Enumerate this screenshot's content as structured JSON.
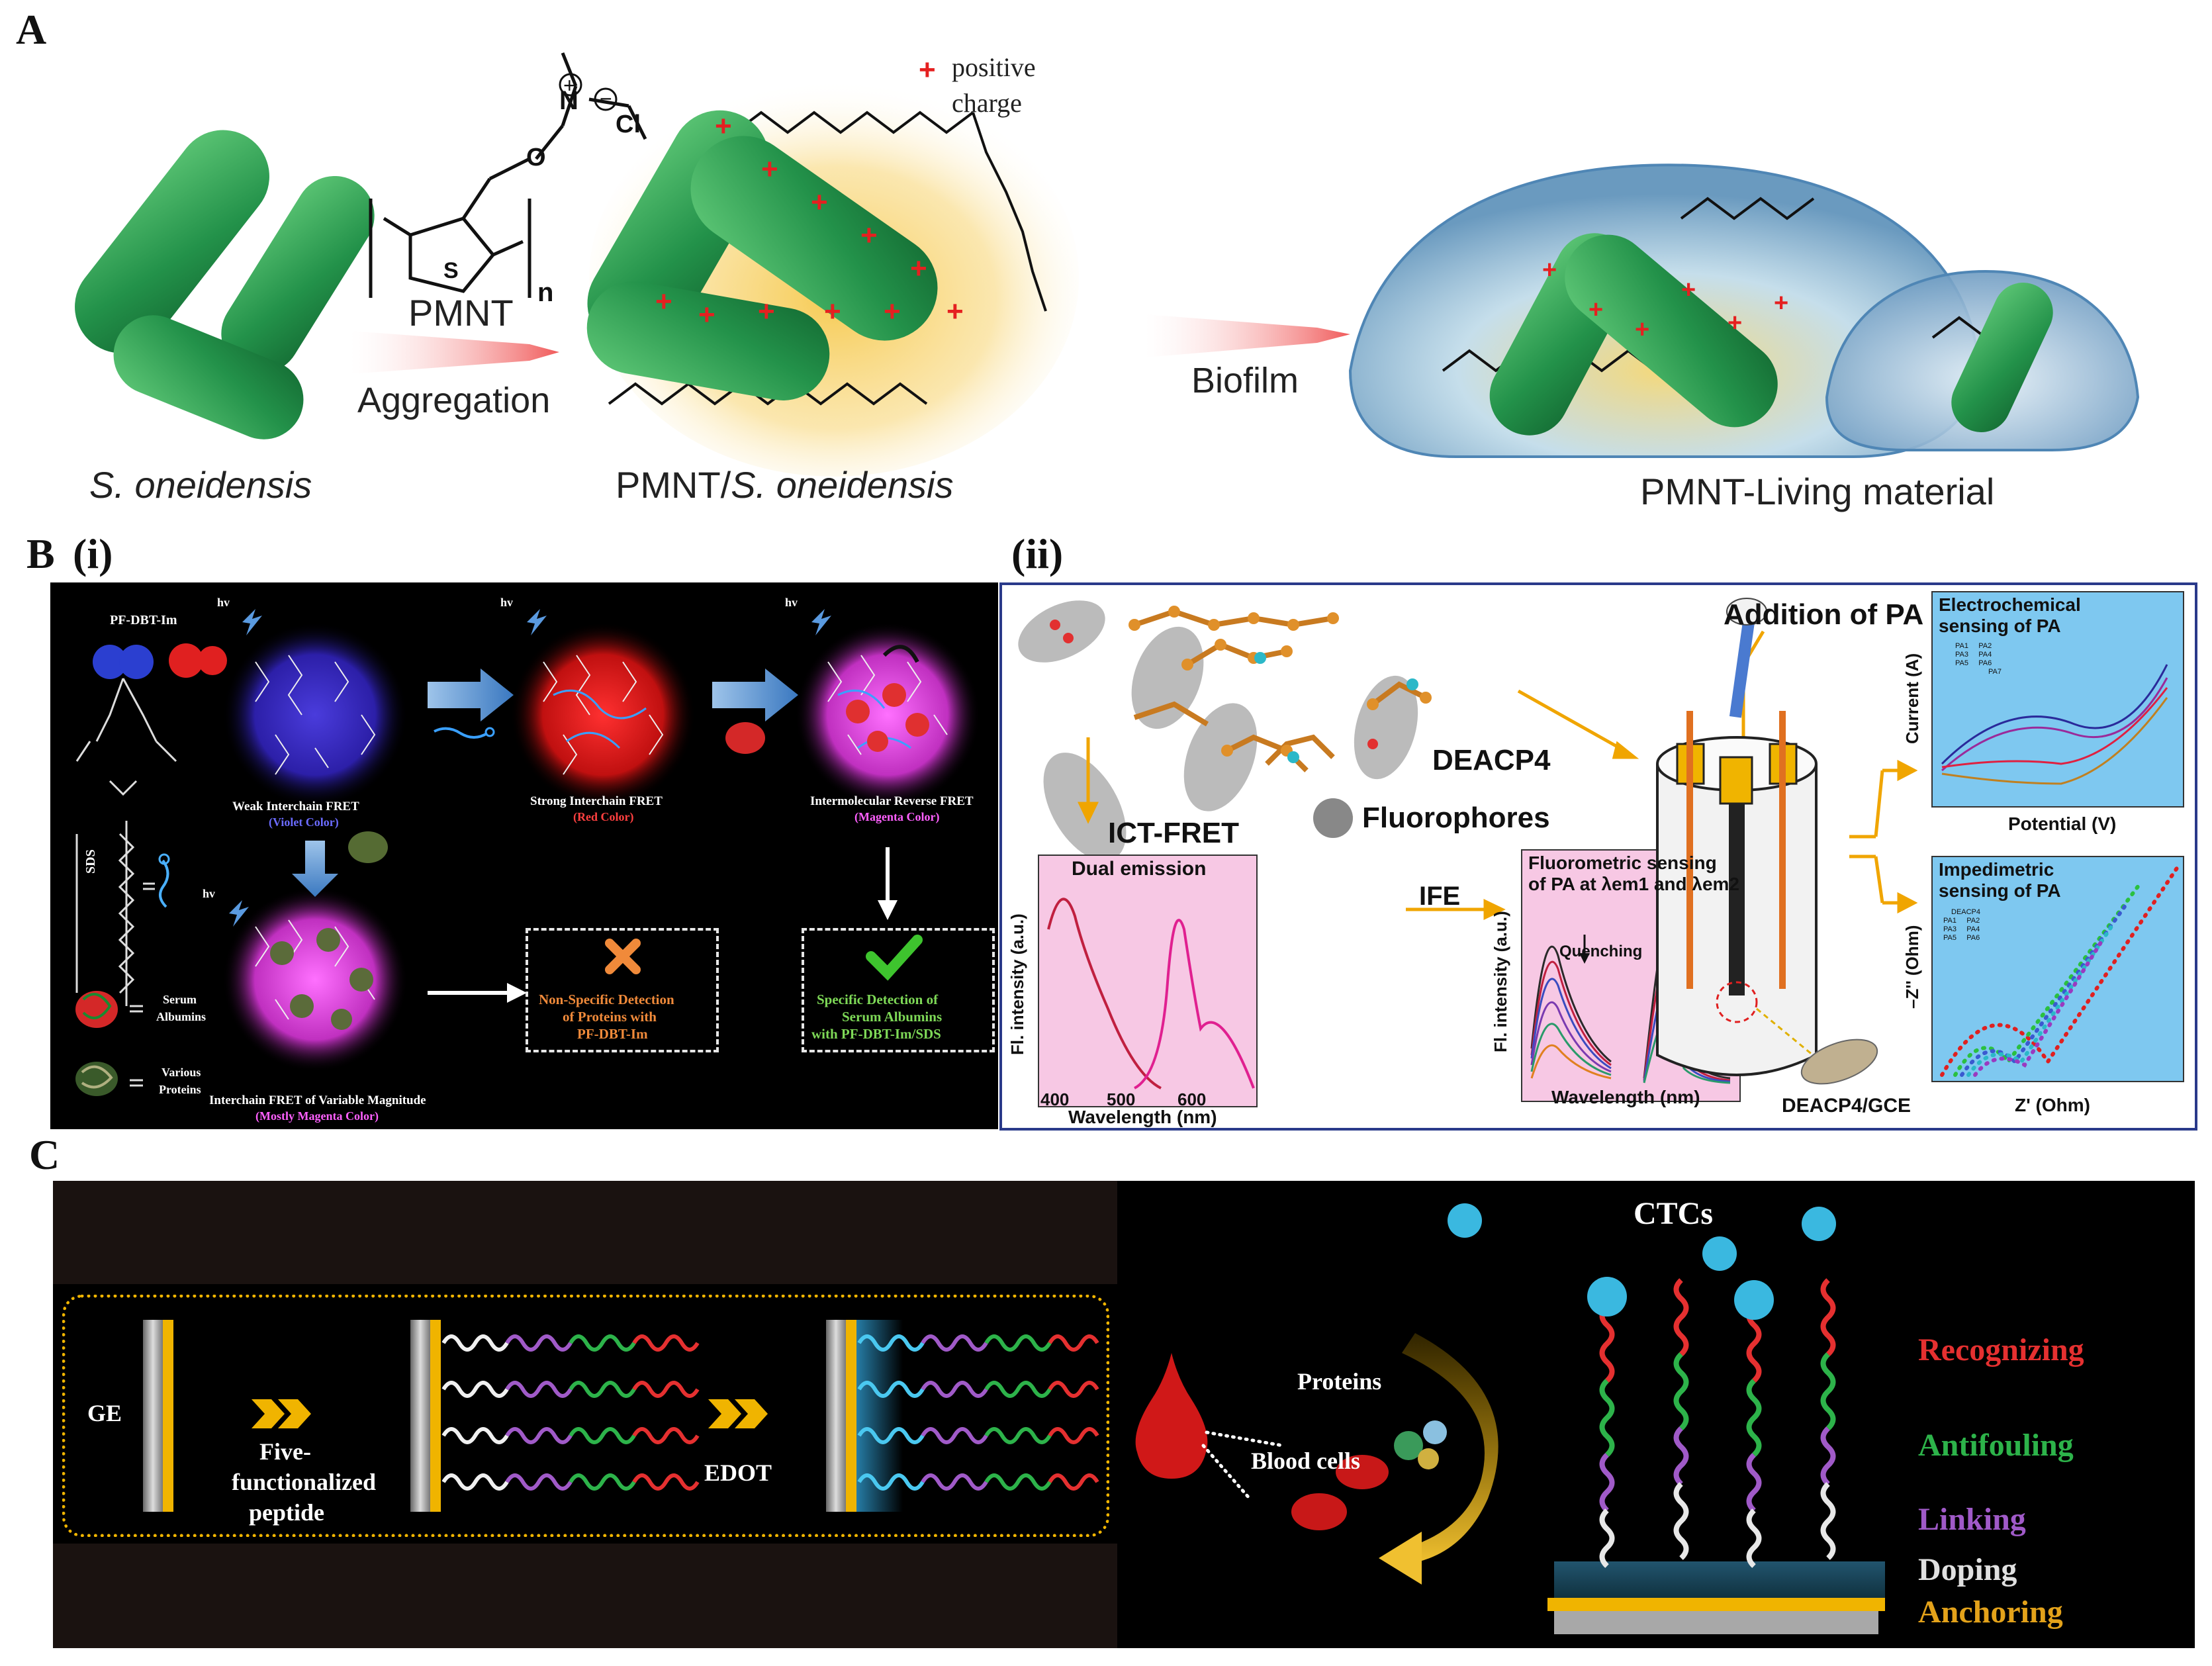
{
  "panels": {
    "A": {
      "label": "A",
      "positive_charge_1": "positive",
      "positive_charge_2": "charge",
      "plus_sign": "+",
      "cl": "Cl",
      "n_atom": "N",
      "o_atom": "O",
      "s_atom": "S",
      "n_sub": "n",
      "reagent": "PMNT",
      "step1": "Aggregation",
      "step2": "Biofilm",
      "caption_left": "S. oneidensis",
      "caption_mid_prefix": "PMNT/",
      "caption_mid_italic": "S.  oneidensis",
      "caption_right": "PMNT-Living  material"
    },
    "B": {
      "label_main": "B",
      "label_i": "(i)",
      "label_ii": "(ii)",
      "i": {
        "hv": "hv",
        "polymer": "PF-DBT-Im",
        "sds": "SDS",
        "serum_1": "Serum",
        "serum_2": "Albumins",
        "various_1": "Various",
        "various_2": "Proteins",
        "weak_1": "Weak Interchain FRET",
        "weak_2": "(Violet Color)",
        "strong_1": "Strong Interchain FRET",
        "strong_2": "(Red Color)",
        "reverse_1": "Intermolecular Reverse FRET",
        "reverse_2": "(Magenta Color)",
        "variable_1": "Interchain FRET of Variable Magnitude",
        "variable_2": "(Mostly Magenta Color)",
        "nonspecific_1": "Non-Specific Detection",
        "nonspecific_2": "of Proteins with",
        "nonspecific_3": "PF-DBT-Im",
        "specific_1": "Specific Detection of",
        "specific_2": "Serum Albumins",
        "specific_3": "with PF-DBT-Im/SDS"
      },
      "ii": {
        "addition": "Addition of PA",
        "deacp4": "DEACP4",
        "ict": "ICT-FRET",
        "fluorophores": "Fluorophores",
        "dual": "Dual emission",
        "fl_axis": "Fl. intensity (a.u.)",
        "wl_axis": "Wavelength (nm)",
        "tick_400": "400",
        "tick_500": "500",
        "tick_600": "600",
        "ife": "IFE",
        "fluoro_1": "Fluorometric sensing",
        "fluoro_2": "of PA at λem1 and λem2",
        "quenching": "Quenching",
        "fl_axis2": "Fl. intensity (a.u.)",
        "wl_axis2": "Wavelength (nm)",
        "echem_1": "Electrochemical",
        "echem_2": "sensing of PA",
        "current": "Current (A)",
        "potential": "Potential (V)",
        "imped_1": "Impedimetric",
        "imped_2": "sensing of PA",
        "zpp": "–Z'' (Ohm)",
        "zp": "Z' (Ohm)",
        "gce": "DEACP4/GCE",
        "legend_pa": [
          "PA1",
          "PA2",
          "PA3",
          "PA4",
          "PA5",
          "PA6",
          "PA7"
        ],
        "legend_deacp4": "DEACP4"
      }
    },
    "C": {
      "label": "C",
      "ge": "GE",
      "five_1": "Five-",
      "five_2": "functionalized",
      "five_3": "peptide",
      "edot": "EDOT",
      "proteins": "Proteins",
      "blood": "Blood cells",
      "ctcs": "CTCs",
      "recognizing": "Recognizing",
      "antifouling": "Antifouling",
      "linking": "Linking",
      "doping": "Doping",
      "anchoring": "Anchoring"
    }
  },
  "colors": {
    "bacteria": "#2e9e4a",
    "arrow_pink": "#f06a6a",
    "recognizing": "#e53030",
    "antifouling": "#2db34a",
    "linking": "#a05ac8",
    "doping": "#e0e0e0",
    "anchoring": "#e3a21a",
    "orange_text": "#f08a3a",
    "green_text": "#7ed957",
    "gold": "#f0b400"
  }
}
